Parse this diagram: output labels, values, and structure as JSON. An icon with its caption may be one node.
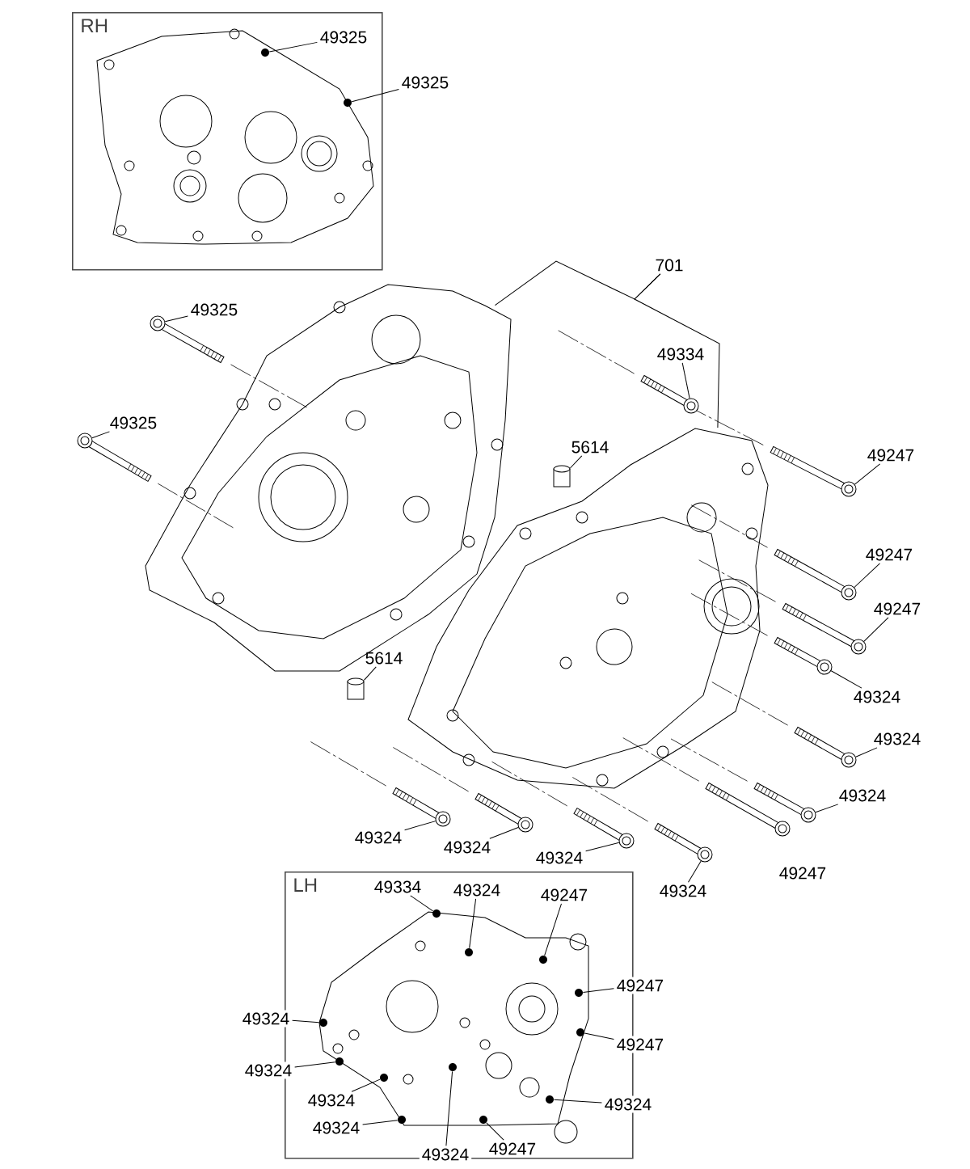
{
  "diagram": {
    "nodes": [
      {
        "text": [
          "RH"
        ]
      },
      {
        "text": [
          "49325"
        ],
        "in": 0
      },
      {
        "text": [
          "49325"
        ]
      },
      {
        "text": [
          "701"
        ]
      },
      {
        "text": [
          "49325"
        ]
      },
      {
        "text": [
          "49325"
        ]
      },
      {
        "text": [
          "49334"
        ]
      },
      {
        "text": [
          "5614"
        ]
      },
      {
        "text": [
          "49247"
        ]
      },
      {
        "text": [
          "49247"
        ]
      },
      {
        "text": [
          "49247"
        ]
      },
      {
        "text": [
          "49324"
        ]
      },
      {
        "text": [
          "49324"
        ]
      },
      {
        "text": [
          "49324"
        ]
      },
      {
        "text": [
          "5614"
        ]
      },
      {
        "text": [
          "49324"
        ]
      },
      {
        "text": [
          "49324"
        ]
      },
      {
        "text": [
          "49324"
        ]
      },
      {
        "text": [
          "49324"
        ]
      },
      {
        "text": [
          "LH"
        ]
      },
      {
        "text": [
          "49334"
        ],
        "in": 19
      },
      {
        "text": [
          "49324"
        ],
        "in": 19
      },
      {
        "text": [
          "49247"
        ],
        "in": 19
      },
      {
        "text": [
          "49247"
        ]
      },
      {
        "text": [
          "49324"
        ]
      },
      {
        "text": [
          "49247"
        ]
      },
      {
        "text": [
          "49324"
        ]
      },
      {
        "text": [
          "49324"
        ]
      },
      {
        "text": [
          "49324"
        ],
        "in": 19
      },
      {
        "text": [
          "49324"
        ],
        "in": 19
      },
      {
        "text": [
          "49324"
        ]
      },
      {
        "text": [
          "49247"
        ],
        "in": 19
      },
      {
        "text": [],
        "shape": "circle",
        "in": 0
      },
      {
        "text": [],
        "shape": "circle",
        "in": 0
      },
      {
        "text": [],
        "shape": "picture"
      },
      {
        "text": [],
        "shape": "picture"
      },
      {
        "text": [],
        "shape": "picture"
      },
      {
        "text": [],
        "shape": "picture"
      },
      {
        "text": [],
        "shape": "picture"
      },
      {
        "text": [],
        "shape": "cylinder"
      },
      {
        "text": [],
        "shape": "picture"
      },
      {
        "text": [],
        "shape": "picture"
      },
      {
        "text": [],
        "shape": "picture"
      },
      {
        "text": [],
        "shape": "picture"
      },
      {
        "text": [],
        "shape": "picture"
      },
      {
        "text": [],
        "shape": "picture"
      },
      {
        "text": [],
        "shape": "picture"
      },
      {
        "text": [],
        "shape": "cylinder"
      },
      {
        "text": [],
        "shape": "picture"
      },
      {
        "text": [],
        "shape": "picture"
      },
      {
        "text": [],
        "shape": "picture"
      },
      {
        "text": [],
        "shape": "picture"
      },
      {
        "text": [],
        "shape": "circle",
        "in": 19
      },
      {
        "text": [],
        "shape": "circle",
        "in": 19
      },
      {
        "text": [],
        "shape": "circle",
        "in": 19
      },
      {
        "text": [],
        "shape": "circle",
        "in": 19
      },
      {
        "text": [],
        "shape": "circle",
        "in": 19
      },
      {
        "text": [],
        "shape": "circle",
        "in": 19
      },
      {
        "text": [],
        "shape": "circle",
        "in": 19
      },
      {
        "text": [],
        "shape": "circle",
        "in": 19
      },
      {
        "text": [],
        "shape": "circle",
        "in": 19
      },
      {
        "text": [],
        "shape": "circle",
        "in": 19
      },
      {
        "text": [],
        "shape": "circle",
        "in": 19
      },
      {
        "text": [],
        "shape": "circle",
        "in": 19
      }
    ],
    "edges": [
      {
        "from": 1,
        "to": 32,
        "arrow": "none"
      },
      {
        "from": 2,
        "to": 33,
        "arrow": "none"
      },
      {
        "from": 3,
        "to": 34,
        "arrow": "none"
      },
      {
        "from": 3,
        "to": 35,
        "arrow": "none"
      },
      {
        "from": 4,
        "to": 36,
        "arrow": "none"
      },
      {
        "from": 5,
        "to": 37,
        "arrow": "none"
      },
      {
        "from": 6,
        "to": 38,
        "arrow": "none"
      },
      {
        "from": 7,
        "to": 39,
        "arrow": "none"
      },
      {
        "from": 8,
        "to": 40,
        "arrow": "none"
      },
      {
        "from": 9,
        "to": 41,
        "arrow": "none"
      },
      {
        "from": 10,
        "to": 42,
        "arrow": "none"
      },
      {
        "from": 11,
        "to": 43,
        "arrow": "none"
      },
      {
        "from": 12,
        "to": 44,
        "arrow": "none"
      },
      {
        "from": 13,
        "to": 45,
        "arrow": "none"
      },
      {
        "from": 14,
        "to": 47,
        "arrow": "none"
      },
      {
        "from": 15,
        "to": 48,
        "arrow": "none"
      },
      {
        "from": 16,
        "to": 49,
        "arrow": "none"
      },
      {
        "from": 17,
        "to": 50,
        "arrow": "none"
      },
      {
        "from": 18,
        "to": 51,
        "arrow": "none"
      },
      {
        "from": 20,
        "to": 52,
        "arrow": "none"
      },
      {
        "from": 21,
        "to": 53,
        "arrow": "none"
      },
      {
        "from": 22,
        "to": 54,
        "arrow": "none"
      },
      {
        "from": 23,
        "to": 55,
        "arrow": "none"
      },
      {
        "from": 24,
        "to": 56,
        "arrow": "none"
      },
      {
        "from": 25,
        "to": 57,
        "arrow": "none"
      },
      {
        "from": 26,
        "to": 58,
        "arrow": "none"
      },
      {
        "from": 27,
        "to": 59,
        "arrow": "none"
      },
      {
        "from": 28,
        "to": 60,
        "arrow": "none"
      },
      {
        "from": 29,
        "to": 61,
        "arrow": "none"
      },
      {
        "from": 30,
        "to": 62,
        "arrow": "none"
      },
      {
        "from": 31,
        "to": 63,
        "arrow": "none"
      }
    ],
    "labels": [
      "49247"
    ]
  }
}
